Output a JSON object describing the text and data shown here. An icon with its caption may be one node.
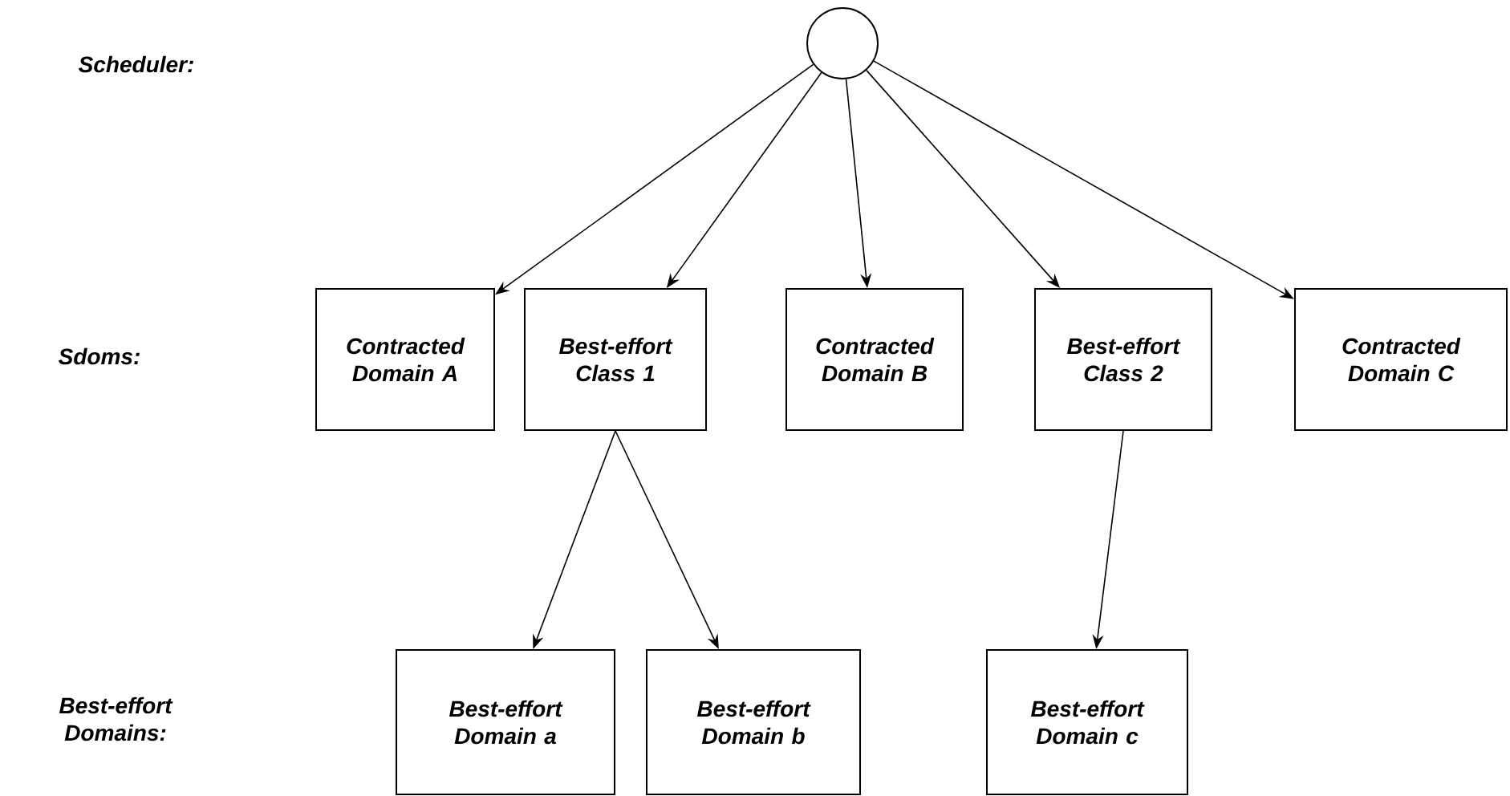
{
  "diagram": {
    "nodes": [
      {
        "text": [],
        "shape": "circle"
      },
      {
        "text": [
          "Contracted Domain A"
        ]
      },
      {
        "text": [
          "Best-effort Class 1"
        ]
      },
      {
        "text": [
          "Contracted Domain B"
        ]
      },
      {
        "text": [
          "Best-effort Class 2"
        ]
      },
      {
        "text": [
          "Contracted Domain C"
        ]
      },
      {
        "text": [
          "Best-effort Domain a"
        ]
      },
      {
        "text": [
          "Best-effort Domain b"
        ]
      },
      {
        "text": [
          "Best-effort Domain c"
        ]
      }
    ],
    "edges": [
      {
        "from": 0,
        "to": 1,
        "arrow": "to"
      },
      {
        "from": 0,
        "to": 2,
        "arrow": "to"
      },
      {
        "from": 0,
        "to": 3,
        "arrow": "to"
      },
      {
        "from": 0,
        "to": 4,
        "arrow": "to"
      },
      {
        "from": 0,
        "to": 5,
        "arrow": "to"
      },
      {
        "from": 2,
        "to": 6,
        "arrow": "to"
      },
      {
        "from": 2,
        "to": 7,
        "arrow": "to"
      },
      {
        "from": 4,
        "to": 8,
        "arrow": "to"
      }
    ],
    "labels": [
      "Scheduler:",
      "Sdoms:",
      "Best-effort Domains:"
    ]
  }
}
